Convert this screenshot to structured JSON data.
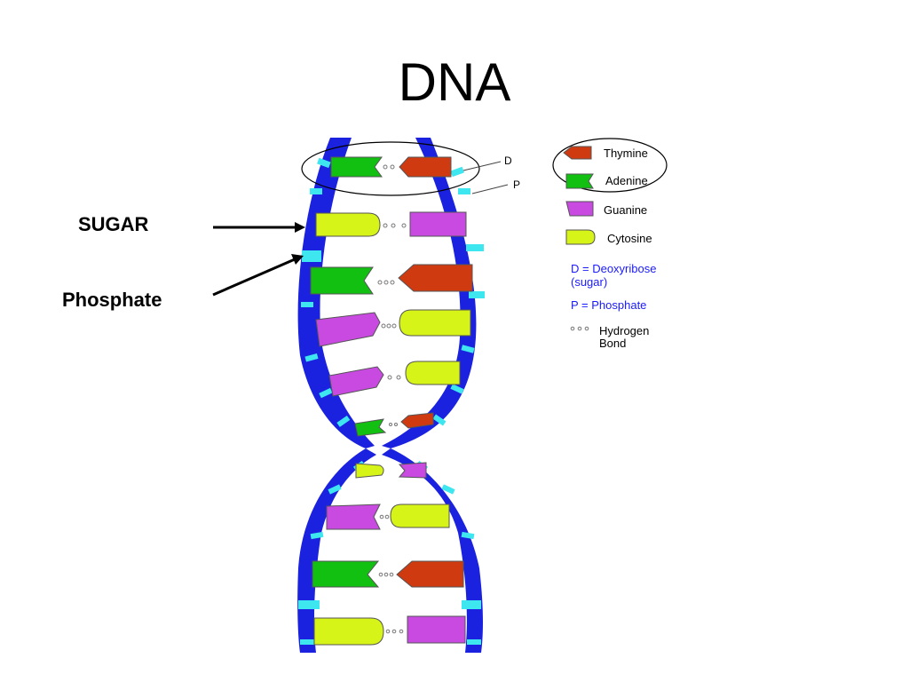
{
  "title": "DNA",
  "labels": {
    "sugar": "SUGAR",
    "phosphate": "Phosphate",
    "d_marker": "D",
    "p_marker": "P"
  },
  "legend": {
    "thymine": "Thymine",
    "adenine": "Adenine",
    "guanine": "Guanine",
    "cytosine": "Cytosine",
    "d_line1": "D = Deoxyribose",
    "d_line2": "(sugar)",
    "p_def": "P = Phosphate",
    "hbond_line1": "Hydrogen",
    "hbond_line2": "Bond"
  },
  "colors": {
    "thymine": "#d03a10",
    "adenine": "#12c012",
    "guanine": "#c84ae0",
    "cytosine": "#d6f418",
    "backbone": "#1a22e0",
    "phosphate": "#3ee6f0",
    "legend_blue": "#1a1aff"
  }
}
